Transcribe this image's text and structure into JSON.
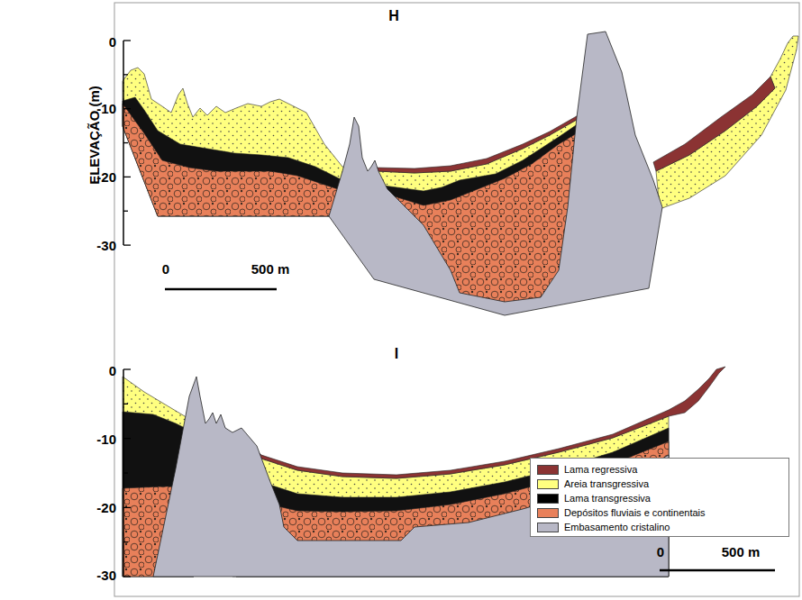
{
  "diagram": {
    "labels": [
      "H",
      "ELEVAÇÃO (m)",
      "0",
      "-10",
      "-20",
      "-30",
      "0",
      "500 m",
      "I",
      "0",
      "-10",
      "-20",
      "-30",
      "0",
      "500 m"
    ],
    "legend": [
      {
        "text": "Lama regressiva",
        "color": "#8b3333"
      },
      {
        "text": "Areia transgressiva",
        "color": "#ffff80"
      },
      {
        "text": "Lama transgressiva",
        "color": "#000000"
      },
      {
        "text": "Depósitos fluviais e continentais",
        "color": "#e8805a"
      },
      {
        "text": "Embasamento cristalino",
        "color": "#b8b8c6"
      }
    ]
  }
}
